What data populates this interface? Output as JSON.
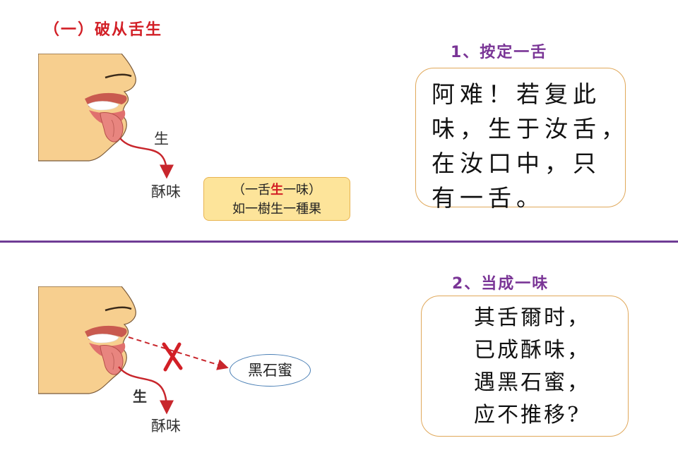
{
  "section_title": "（一）破从舌生",
  "top": {
    "subtitle": "1、按定一舌",
    "arrow_label": "生",
    "result_label": "酥味",
    "note": {
      "line1_pre": "（一舌",
      "line1_highlight": "生",
      "line1_post": "一味）",
      "line2": "如一樹生一種果"
    },
    "quote_lines": [
      "阿难！若复此",
      "味，生于汝舌，",
      "在汝口中，只",
      "有一舌。"
    ]
  },
  "bottom": {
    "subtitle": "2、当成一味",
    "arrow_label": "生",
    "result_label": "酥味",
    "target_label": "黑石蜜",
    "quote_lines": [
      "其舌爾时，",
      "已成酥味，",
      "遇黑石蜜，",
      "应不推移?"
    ]
  },
  "colors": {
    "title_red": "#d21f26",
    "subtitle_purple": "#7a3596",
    "divider": "#6f3c95",
    "arrow_red": "#c8262c",
    "box_border": "#e0a85a",
    "note_fill": "#fde49a",
    "ellipse_border": "#4a7fb5",
    "skin": "#f7cf8f"
  }
}
